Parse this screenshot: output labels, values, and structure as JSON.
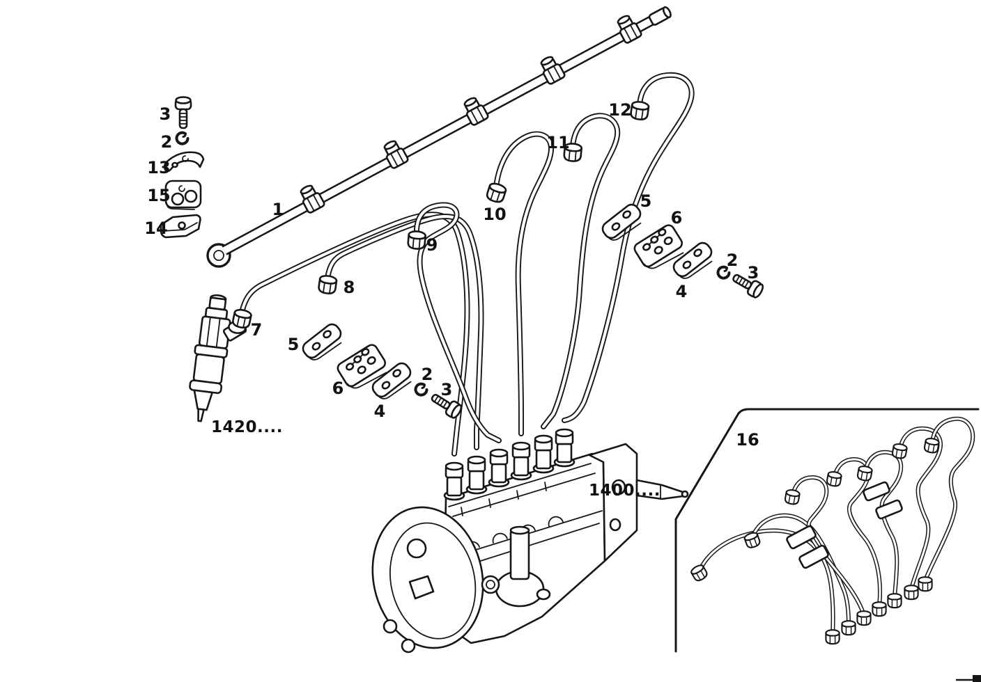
{
  "document": {
    "type": "exploded-parts-diagram",
    "subject": "Diesel fuel injection system: injection pump, injector, high-pressure delivery pipes, leak-off rail and pipe clamps",
    "background_color": "#ffffff",
    "line_color": "#161616"
  },
  "callouts": [
    {
      "label": "3",
      "part": "hex bolt (upper left)"
    },
    {
      "label": "2",
      "part": "lock washer (upper left)"
    },
    {
      "label": "13",
      "part": "clamp upper half"
    },
    {
      "label": "15",
      "part": "clamp block with two pipe holes"
    },
    {
      "label": "14",
      "part": "clamp lower half"
    },
    {
      "label": "1",
      "part": "fuel leak-off rail pipe"
    },
    {
      "label": "12",
      "part": "injection pipe cylinder 6"
    },
    {
      "label": "11",
      "part": "injection pipe cylinder 5"
    },
    {
      "label": "10",
      "part": "injection pipe cylinder 4"
    },
    {
      "label": "9",
      "part": "injection pipe cylinder 3"
    },
    {
      "label": "8",
      "part": "injection pipe cylinder 2"
    },
    {
      "label": "7",
      "part": "injection pipe cylinder 1"
    },
    {
      "label": "5",
      "part": "pipe clamp strap (middle group)"
    },
    {
      "label": "6",
      "part": "pipe clamp block (middle group)"
    },
    {
      "label": "4",
      "part": "pipe clamp strap lower (middle group)"
    },
    {
      "label": "2",
      "part": "lock washer (middle group)"
    },
    {
      "label": "3",
      "part": "hex bolt (middle group)"
    },
    {
      "label": "5",
      "part": "pipe clamp strap (right group)"
    },
    {
      "label": "6",
      "part": "pipe clamp block (right group)"
    },
    {
      "label": "4",
      "part": "pipe clamp strap lower (right group)"
    },
    {
      "label": "2",
      "part": "lock washer (right group)"
    },
    {
      "label": "3",
      "part": "hex bolt (right group)"
    },
    {
      "label": "16",
      "part": "complete injection pipe set (inset)"
    }
  ],
  "part_references": {
    "injector_assembly": "1420....",
    "injection_pump_assembly": "1400...."
  }
}
